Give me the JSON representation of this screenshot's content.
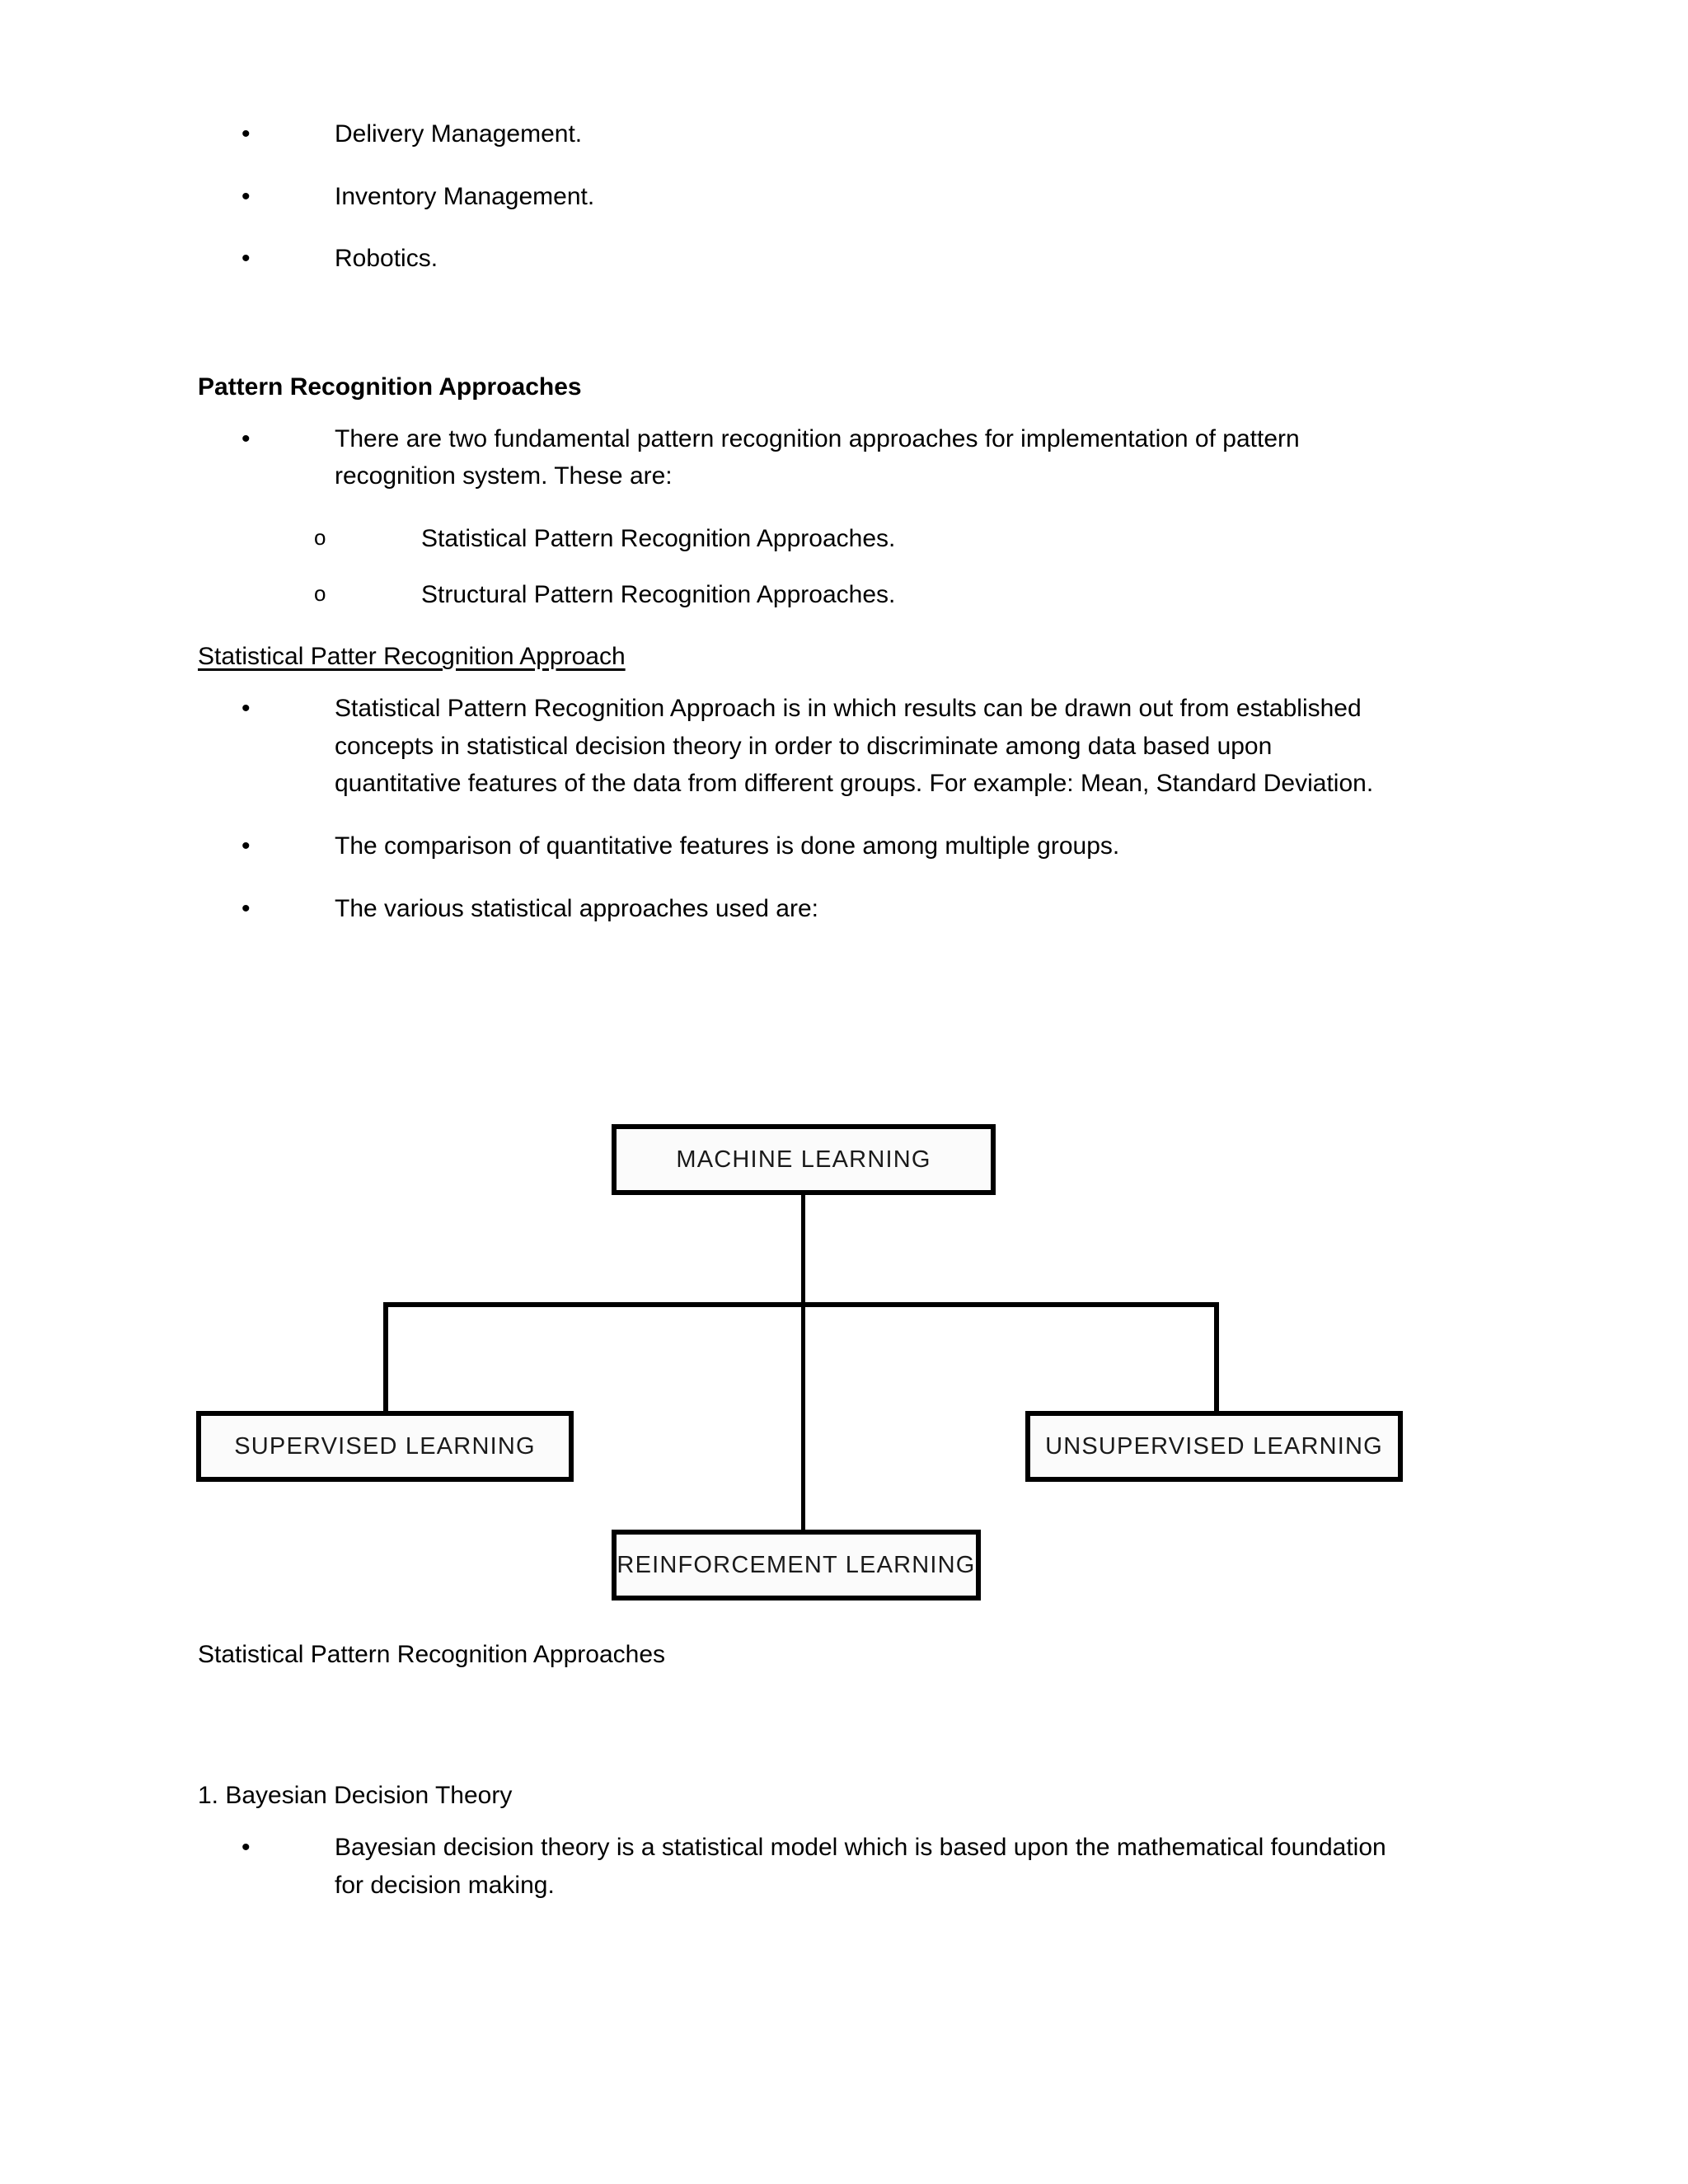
{
  "document": {
    "top_bullets": [
      {
        "marker": "•",
        "text": "Delivery Management."
      },
      {
        "marker": "•",
        "text": "Inventory Management."
      },
      {
        "marker": "•",
        "text": "Robotics."
      }
    ],
    "section_heading": "Pattern Recognition Approaches",
    "intro_bullet": {
      "marker": "•",
      "line1": "There are two fundamental pattern recognition approaches for implementation of pattern",
      "line2": "recognition system. These are:"
    },
    "approach_sub_bullets": [
      {
        "marker": "o",
        "text": "Statistical Pattern Recognition Approaches."
      },
      {
        "marker": "o",
        "text": "Structural Pattern Recognition Approaches."
      }
    ],
    "subsection_heading": "Statistical Patter Recognition Approach",
    "statistical_bullets": [
      {
        "marker": "•",
        "line1": "Statistical Pattern Recognition Approach is in which results can be drawn out from established",
        "line2": "concepts in statistical decision theory in order to discriminate among data based upon",
        "line3": "quantitative features of the data from different groups. For example: Mean, Standard Deviation."
      },
      {
        "marker": "•",
        "line1": "The comparison of quantitative features is done among multiple groups."
      },
      {
        "marker": "•",
        "line1": "The various statistical approaches used are:"
      }
    ],
    "figure_caption": "Statistical Pattern Recognition Approaches",
    "numbered_heading": "1. Bayesian Decision Theory",
    "bayesian_bullet": {
      "marker": "•",
      "line1": "Bayesian decision theory is a statistical model which is based upon the mathematical foundation",
      "line2": "for decision making."
    }
  },
  "diagram": {
    "nodes": {
      "root": "MACHINE LEARNING",
      "left": "SUPERVISED LEARNING",
      "right": "UNSUPERVISED LEARNING",
      "bottom": "REINFORCEMENT LEARNING"
    },
    "colors": {
      "border": "#000000",
      "fill": "#fbfbfb",
      "text": "#1a1a1a"
    }
  }
}
